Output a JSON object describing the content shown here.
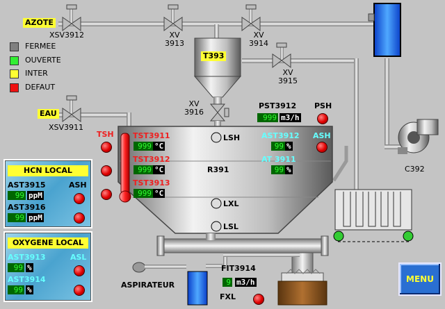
{
  "labels": {
    "azote": "AZOTE",
    "eau": "EAU",
    "t393": "T393",
    "r391": "R391",
    "aspirateur": "ASPIRATEUR",
    "c392": "C392"
  },
  "valves": {
    "xsv3912": "XSV3912",
    "xv3913": [
      "XV",
      "3913"
    ],
    "xv3914": [
      "XV",
      "3914"
    ],
    "xv3915": [
      "XV",
      "3915"
    ],
    "xv3916": [
      "XV",
      "3916"
    ],
    "xsv3911": "XSV3911"
  },
  "legend": [
    {
      "label": "FERMEE",
      "color": "#808080"
    },
    {
      "label": "OUVERTE",
      "color": "#33ee33"
    },
    {
      "label": "INTER",
      "color": "#ffff33"
    },
    {
      "label": "DEFAUT",
      "color": "#ee1111"
    }
  ],
  "reactor": {
    "tsh": "TSH",
    "tst3911": {
      "tag": "TST3911",
      "value": "999",
      "unit": "°C"
    },
    "tst3912": {
      "tag": "TST3912",
      "value": "999",
      "unit": "°C"
    },
    "tst3913": {
      "tag": "TST3913",
      "value": "999",
      "unit": "°C"
    },
    "ast3912": {
      "tag": "AST3912",
      "value": "99",
      "unit": "%"
    },
    "at3911": {
      "tag": "AT 3911",
      "value": "99",
      "unit": "%"
    },
    "ash": "ASH",
    "lsh": "LSH",
    "lxl": "LXL",
    "lsl": "LSL"
  },
  "pst3912": {
    "tag": "PST3912",
    "value": "999",
    "unit": "m3/h",
    "psh": "PSH"
  },
  "hcn_local": {
    "title": "HCN LOCAL",
    "ast3915": {
      "tag": "AST3915",
      "value": "99",
      "unit": "ppM"
    },
    "ash": "ASH",
    "ast3916": {
      "tag": "AST3916",
      "value": "99",
      "unit": "ppM"
    }
  },
  "oxygene_local": {
    "title": "OXYGENE LOCAL",
    "ast3913": {
      "tag": "AST3913",
      "value": "99",
      "unit": "%"
    },
    "asl": "ASL",
    "ast3914": {
      "tag": "AST3914",
      "value": "99",
      "unit": "%"
    }
  },
  "fit3914": {
    "tag": "FIT3914",
    "value": "9",
    "unit": "m3/h",
    "fxl": "FXL"
  },
  "menu": "MENU",
  "colors": {
    "background": "#c4c4c4",
    "tag_yellow": "#ffff33",
    "alarm_red": "#ee1111",
    "value_green": "#33ff33"
  }
}
